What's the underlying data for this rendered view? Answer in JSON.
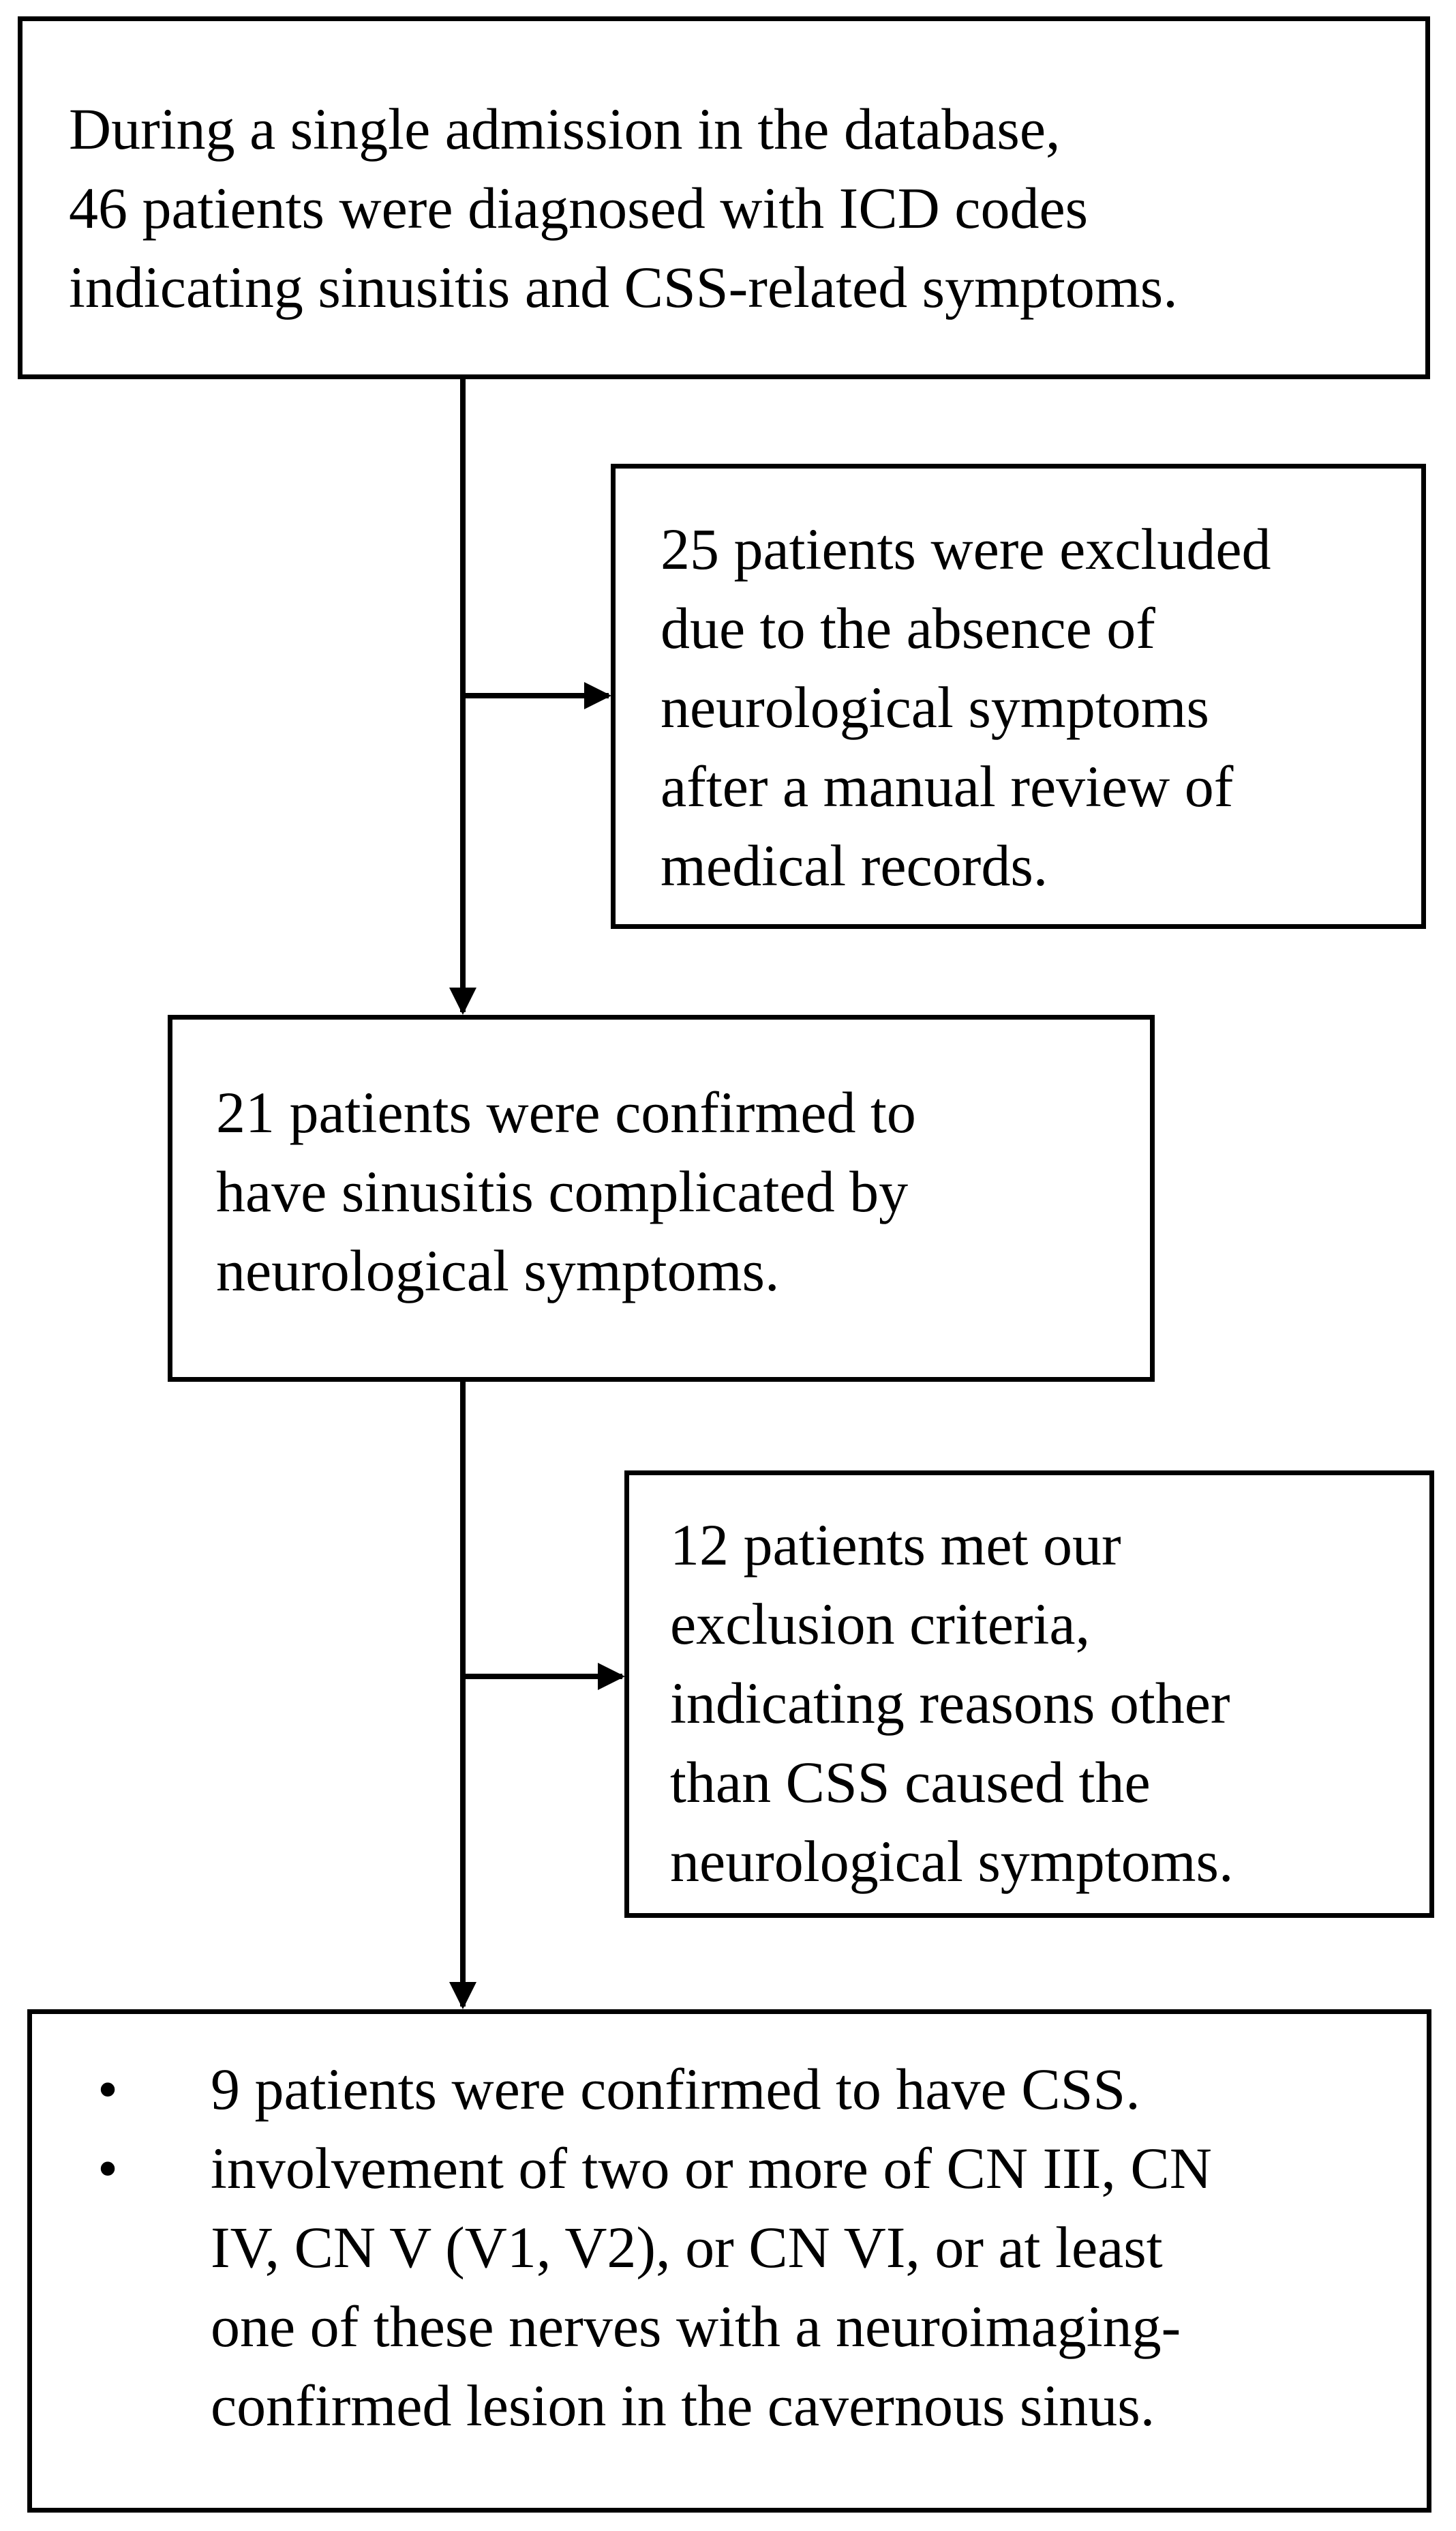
{
  "boxes": {
    "top": {
      "lines": [
        "During a single admission in the database,",
        "46 patients were diagnosed with ICD codes",
        "indicating sinusitis and CSS-related symptoms."
      ]
    },
    "exclusion_1": {
      "lines": [
        "25 patients were excluded",
        "due to the absence of",
        "neurological symptoms",
        "after a manual review of",
        "medical records."
      ]
    },
    "middle": {
      "lines": [
        "21 patients were confirmed to",
        "have sinusitis complicated by",
        "neurological symptoms."
      ]
    },
    "exclusion_2": {
      "lines": [
        "12 patients met our",
        "exclusion criteria,",
        "indicating reasons other",
        "than CSS caused the",
        "neurological symptoms."
      ]
    },
    "final": {
      "bullet_symbol": "•",
      "items": [
        {
          "lines": [
            "9 patients were confirmed to have CSS."
          ]
        },
        {
          "lines": [
            "involvement of two or more of CN III, CN",
            "IV, CN V (V1, V2), or CN VI, or at least",
            "one of these nerves with a neuroimaging-",
            "confirmed lesion in the cavernous sinus."
          ]
        }
      ]
    }
  },
  "colors": {
    "stroke": "#000000",
    "background": "#ffffff",
    "text": "#000000"
  }
}
